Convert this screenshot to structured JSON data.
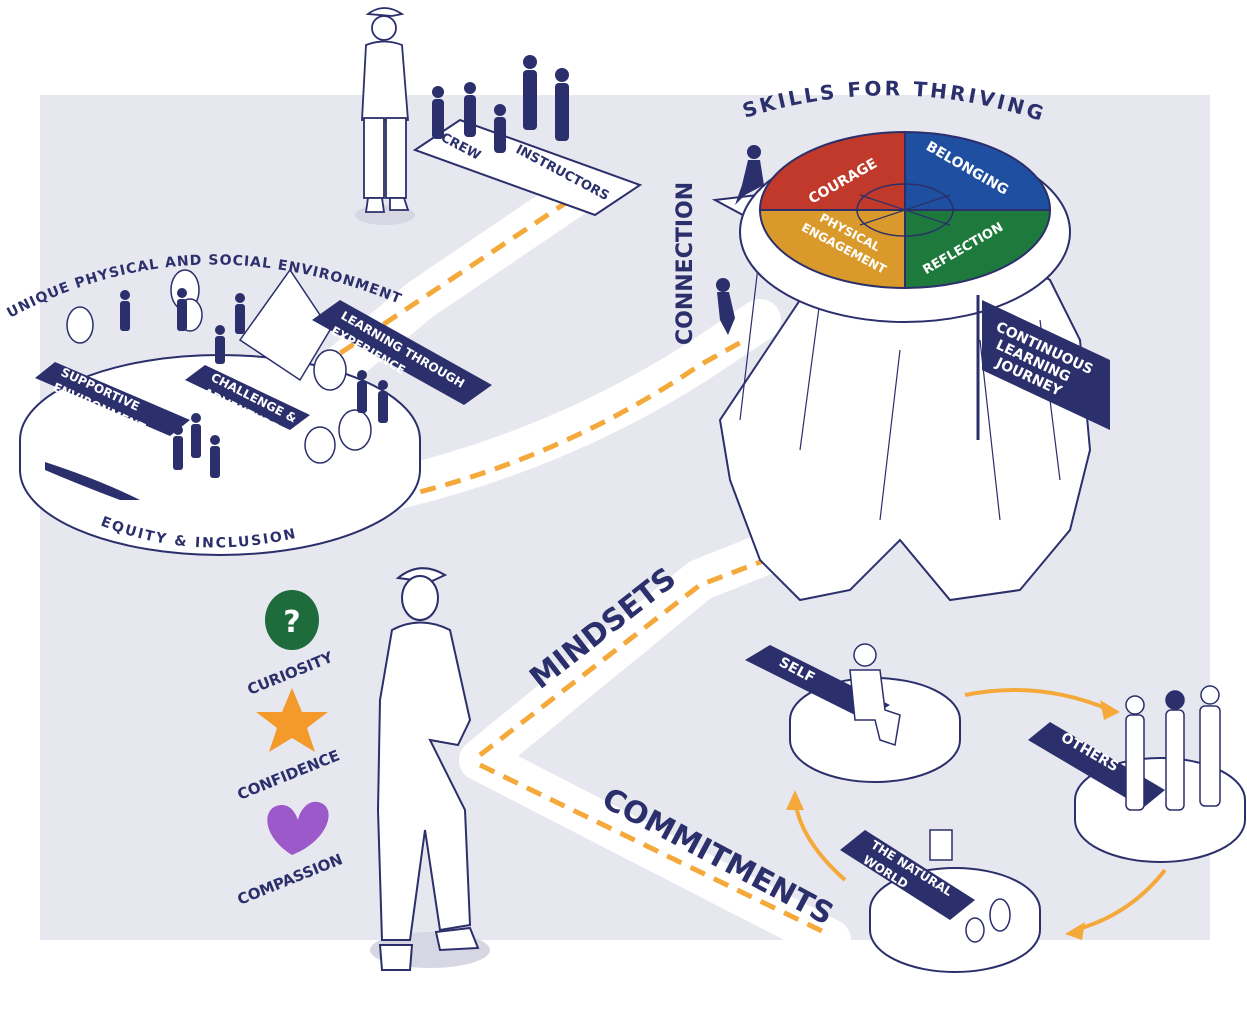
{
  "labels": {
    "skills_title": "SKILLS FOR THRIVING",
    "courage": "COURAGE",
    "belonging": "BELONGING",
    "physical": "PHYSICAL",
    "engagement": "ENGAGEMENT",
    "reflection": "REFLECTION",
    "connection": "CONNECTION",
    "continuous_1": "CONTINUOUS",
    "continuous_2": "LEARNING",
    "continuous_3": "JOURNEY",
    "crew": "CREW",
    "instructors": "INSTRUCTORS",
    "unique_env": "UNIQUE PHYSICAL AND SOCIAL ENVIRONMENT",
    "supportive_1": "SUPPORTIVE",
    "supportive_2": "ENVIRONMENT",
    "challenge_1": "CHALLENGE &",
    "challenge_2": "ADVENTURE",
    "learning_1": "LEARNING THROUGH",
    "learning_2": "EXPERIENCE",
    "equity": "EQUITY & INCLUSION",
    "mindsets": "MINDSETS",
    "commitments": "COMMITMENTS",
    "curiosity": "CURIOSITY",
    "confidence": "CONFIDENCE",
    "compassion": "COMPASSION",
    "question_mark": "?",
    "self": "SELF",
    "others": "OTHERS",
    "natural_1": "THE NATURAL",
    "natural_2": "WORLD"
  },
  "colors": {
    "navy": "#2b2f6b",
    "orange": "#f4a93a",
    "courage_red": "#c0392b",
    "belonging_blue": "#1f4fa0",
    "physical_gold": "#d99a2b",
    "reflection_green": "#1e7a3c",
    "curiosity_green": "#1e6b3c",
    "confidence_orange": "#f49a2b",
    "compassion_purple": "#9b59c9",
    "background": "#e6e7ef",
    "path": "#ffffff"
  },
  "icons": [
    "question-icon",
    "star-icon",
    "heart-icon",
    "flag-icon"
  ]
}
